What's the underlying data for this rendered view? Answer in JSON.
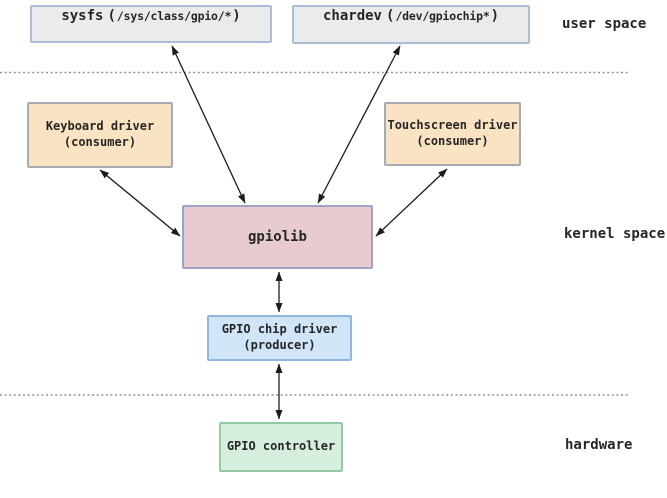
{
  "colors": {
    "arrow": "#1c1c1c",
    "boundary": "#8f9396",
    "text": "#262626"
  },
  "zones": {
    "user_space": "user space",
    "kernel_space": "kernel space",
    "hardware": "hardware"
  },
  "boxes": {
    "sysfs": {
      "name": "sysfs",
      "paren_open": "(",
      "path": "/sys/class/gpio/*",
      "paren_close": ")",
      "fill": "#e9ebed",
      "border": "#aabfd6"
    },
    "chardev": {
      "name": "chardev",
      "paren_open": "(",
      "path": "/dev/gpiochip*",
      "paren_close": ")",
      "fill": "#e9ebed",
      "border": "#aabfd6"
    },
    "keyboard_driver": {
      "line1": "Keyboard driver",
      "line2": "(consumer)",
      "fill": "#fae3c3",
      "border": "#a6aab2"
    },
    "touchscreen_driver": {
      "line1": "Touchscreen driver",
      "line2": "(consumer)",
      "fill": "#fae3c3",
      "border": "#a6aab2"
    },
    "gpiolib": {
      "label": "gpiolib",
      "fill": "#e7cbcf",
      "border": "#a1a3c6"
    },
    "gpio_chip_driver": {
      "line1": "GPIO chip driver",
      "line2": "(producer)",
      "fill": "#d0e5f8",
      "border": "#8fb6dc"
    },
    "gpio_controller": {
      "label": "GPIO controller",
      "fill": "#d6eedd",
      "border": "#95c9a4"
    }
  }
}
